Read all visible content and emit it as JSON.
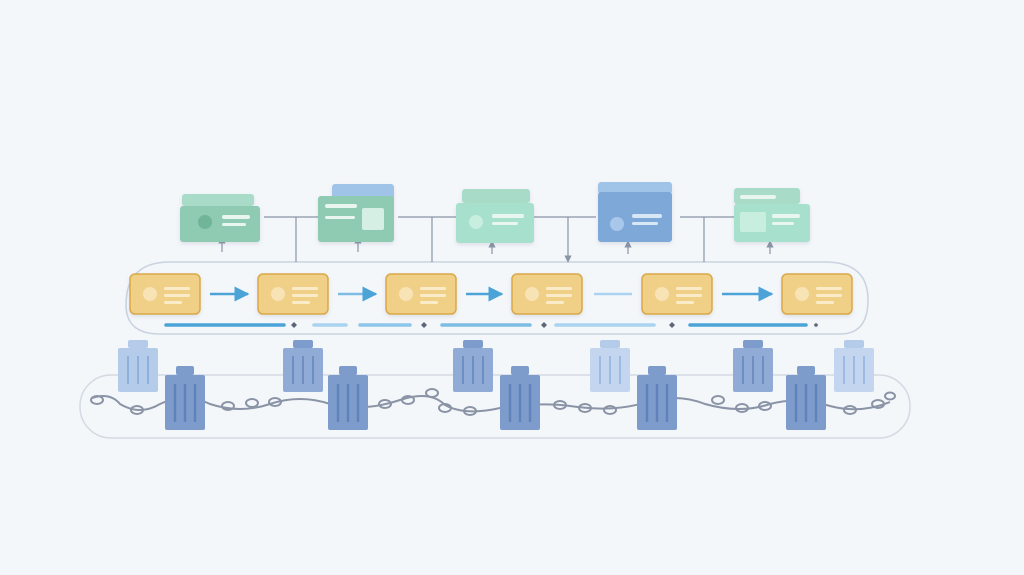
{
  "colors": {
    "background": "#f4f7fa",
    "green_card": "#8fcbb3",
    "green_card_light": "#a9dcc8",
    "teal_card": "#a7e0cc",
    "blue_card": "#7ea8d8",
    "blue_card_light": "#9fc4e8",
    "gold_card": "#f0cf86",
    "gold_card_border": "#d9a94a",
    "bin_dark": "#7e9ccb",
    "bin_light": "#b5cbea",
    "chain": "#8a94a6",
    "accent_line": "#4ba3d8",
    "outline": "#c9d3df"
  },
  "diagram": {
    "top_cards": [
      {
        "icon": "profile-card-icon",
        "tone": "green"
      },
      {
        "icon": "document-card-icon",
        "tone": "green"
      },
      {
        "icon": "profile-card-icon",
        "tone": "teal"
      },
      {
        "icon": "profile-card-icon",
        "tone": "blue"
      },
      {
        "icon": "document-card-icon",
        "tone": "teal"
      }
    ],
    "middle_cards": [
      {
        "icon": "gold-card-icon"
      },
      {
        "icon": "gold-card-icon"
      },
      {
        "icon": "gold-card-icon"
      },
      {
        "icon": "gold-card-icon"
      },
      {
        "icon": "gold-card-icon"
      },
      {
        "icon": "gold-card-icon"
      }
    ],
    "bins_back": [
      {
        "icon": "trash-bin-icon",
        "tone": "light"
      },
      {
        "icon": "trash-bin-icon",
        "tone": "dark"
      },
      {
        "icon": "trash-bin-icon",
        "tone": "dark"
      },
      {
        "icon": "trash-bin-icon",
        "tone": "light"
      },
      {
        "icon": "trash-bin-icon",
        "tone": "dark"
      },
      {
        "icon": "trash-bin-icon",
        "tone": "light"
      }
    ],
    "bins_front": [
      {
        "icon": "trash-bin-icon",
        "tone": "dark"
      },
      {
        "icon": "trash-bin-icon",
        "tone": "dark"
      },
      {
        "icon": "trash-bin-icon",
        "tone": "dark"
      },
      {
        "icon": "trash-bin-icon",
        "tone": "dark"
      },
      {
        "icon": "trash-bin-icon",
        "tone": "dark"
      }
    ]
  }
}
